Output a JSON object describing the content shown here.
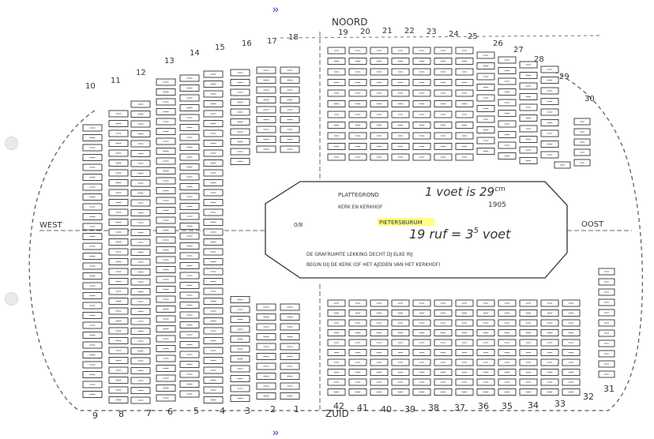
{
  "directions": {
    "north": "NOORD",
    "south": "ZUID",
    "west": "WEST",
    "east": "OOST"
  },
  "church_box": {
    "title": "PLATTEGROND",
    "subtitle": "KERK EN KERKHOF",
    "scale_label": "PIETERSBURUM",
    "scale_1": "1 voet is 29",
    "scale_1_sup": "cm",
    "year": "1905",
    "scale_2": "19 ruf = 3",
    "scale_2_sup": "5",
    "scale_2_end": " voet",
    "note_line1": "DE GRAFRUIMTE LEKKING DECHT DJ ELKE RIJ",
    "note_line2": "BEGIN DIJ DE KERK (OF HET AJDDEN VAN HET KERKHOF)",
    "side_mark": "0/8"
  },
  "row_numbers": {
    "top": [
      "18",
      "17",
      "16",
      "15",
      "14",
      "13",
      "12",
      "11",
      "10",
      "19",
      "20",
      "21",
      "22",
      "23",
      "24",
      "25",
      "26",
      "27",
      "28",
      "29",
      "30"
    ],
    "bottom": [
      "9",
      "8",
      "7",
      "6",
      "5",
      "4",
      "3",
      "2",
      "1",
      "42",
      "41",
      "40",
      "39",
      "38",
      "37",
      "36",
      "35",
      "34",
      "33",
      "32",
      "31"
    ]
  },
  "marks": {
    "north_arrow": "»",
    "south_arrow": "»"
  }
}
